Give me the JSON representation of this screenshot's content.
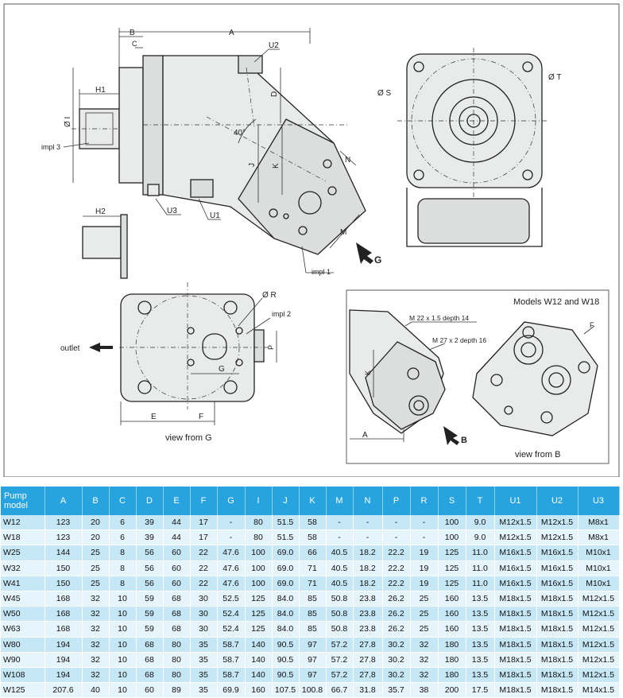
{
  "drawing": {
    "labels": {
      "A": "A",
      "B": "B",
      "C": "C",
      "U2": "U2",
      "H1": "H1",
      "D1": "Ø I",
      "impl3": "impl 3",
      "D": "D",
      "angle": "40°",
      "J": "J",
      "K": "K",
      "N": "N",
      "M": "M",
      "H2": "H2",
      "U3": "U3",
      "U1": "U1",
      "impl1": "impl 1",
      "G_arrow": "G",
      "S": "Ø S",
      "T": "Ø T",
      "R": "Ø R",
      "impl2": "impl 2",
      "outlet": "outlet",
      "P": "P",
      "G": "G",
      "E": "E",
      "F": "F",
      "view_from_g": "view from G",
      "models": "Models W12 and  W18",
      "m22": "M 22 x 1.5 depth 14",
      "m27": "M 27 x 2 depth 16",
      "K2": "K",
      "A2": "A",
      "B2": "B",
      "F2": "F",
      "view_from_b": "view from B"
    }
  },
  "table": {
    "headers": [
      "Pump model",
      "A",
      "B",
      "C",
      "D",
      "E",
      "F",
      "G",
      "I",
      "J",
      "K",
      "M",
      "N",
      "P",
      "R",
      "S",
      "T",
      "U1",
      "U2",
      "U3"
    ],
    "rows": [
      [
        "W12",
        "123",
        "20",
        "6",
        "39",
        "44",
        "17",
        "-",
        "80",
        "51.5",
        "58",
        "-",
        "-",
        "-",
        "-",
        "100",
        "9.0",
        "M12x1.5",
        "M12x1.5",
        "M8x1"
      ],
      [
        "W18",
        "123",
        "20",
        "6",
        "39",
        "44",
        "17",
        "-",
        "80",
        "51.5",
        "58",
        "-",
        "-",
        "-",
        "-",
        "100",
        "9.0",
        "M12x1.5",
        "M12x1.5",
        "M8x1"
      ],
      [
        "W25",
        "144",
        "25",
        "8",
        "56",
        "60",
        "22",
        "47.6",
        "100",
        "69.0",
        "66",
        "40.5",
        "18.2",
        "22.2",
        "19",
        "125",
        "11.0",
        "M16x1.5",
        "M16x1.5",
        "M10x1"
      ],
      [
        "W32",
        "150",
        "25",
        "8",
        "56",
        "60",
        "22",
        "47.6",
        "100",
        "69.0",
        "71",
        "40.5",
        "18.2",
        "22.2",
        "19",
        "125",
        "11.0",
        "M16x1.5",
        "M16x1.5",
        "M10x1"
      ],
      [
        "W41",
        "150",
        "25",
        "8",
        "56",
        "60",
        "22",
        "47.6",
        "100",
        "69.0",
        "71",
        "40.5",
        "18.2",
        "22.2",
        "19",
        "125",
        "11.0",
        "M16x1.5",
        "M16x1.5",
        "M10x1"
      ],
      [
        "W45",
        "168",
        "32",
        "10",
        "59",
        "68",
        "30",
        "52.5",
        "125",
        "84.0",
        "85",
        "50.8",
        "23.8",
        "26.2",
        "25",
        "160",
        "13.5",
        "M18x1.5",
        "M18x1.5",
        "M12x1.5"
      ],
      [
        "W50",
        "168",
        "32",
        "10",
        "59",
        "68",
        "30",
        "52.4",
        "125",
        "84.0",
        "85",
        "50.8",
        "23.8",
        "26.2",
        "25",
        "160",
        "13.5",
        "M18x1.5",
        "M18x1.5",
        "M12x1.5"
      ],
      [
        "W63",
        "168",
        "32",
        "10",
        "59",
        "68",
        "30",
        "52.4",
        "125",
        "84.0",
        "85",
        "50.8",
        "23.8",
        "26.2",
        "25",
        "160",
        "13.5",
        "M18x1.5",
        "M18x1.5",
        "M12x1.5"
      ],
      [
        "W80",
        "194",
        "32",
        "10",
        "68",
        "80",
        "35",
        "58.7",
        "140",
        "90.5",
        "97",
        "57.2",
        "27.8",
        "30.2",
        "32",
        "180",
        "13.5",
        "M18x1.5",
        "M18x1.5",
        "M12x1.5"
      ],
      [
        "W90",
        "194",
        "32",
        "10",
        "68",
        "80",
        "35",
        "58.7",
        "140",
        "90.5",
        "97",
        "57.2",
        "27.8",
        "30.2",
        "32",
        "180",
        "13.5",
        "M18x1.5",
        "M18x1.5",
        "M12x1.5"
      ],
      [
        "W108",
        "194",
        "32",
        "10",
        "68",
        "80",
        "35",
        "58.7",
        "140",
        "90.5",
        "97",
        "57.2",
        "27.8",
        "30.2",
        "32",
        "180",
        "13.5",
        "M18x1.5",
        "M18x1.5",
        "M12x1.5"
      ],
      [
        "W125",
        "207.6",
        "40",
        "10",
        "60",
        "89",
        "35",
        "69.9",
        "160",
        "107.5",
        "100.8",
        "66.7",
        "31.8",
        "35.7",
        "38",
        "200",
        "17.5",
        "M18x1.5",
        "M18x1.5",
        "M14x1.5"
      ]
    ]
  }
}
